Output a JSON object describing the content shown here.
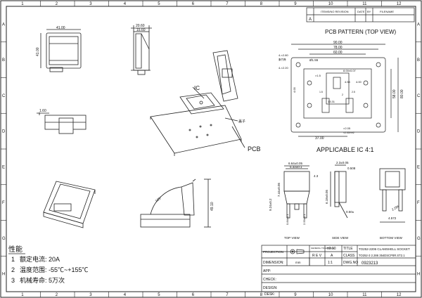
{
  "frame": {
    "cols": [
      "1",
      "2",
      "3",
      "4",
      "5",
      "6",
      "7",
      "8",
      "9",
      "10",
      "11",
      "12"
    ],
    "rows": [
      "A",
      "B",
      "C",
      "D",
      "E",
      "F",
      "G",
      "H"
    ]
  },
  "revision_table": {
    "headers": [
      "",
      "ITEMS/NO REVISION",
      "DATE",
      "BY",
      "FILENAME"
    ],
    "row": [
      "A",
      "",
      "",
      "",
      ""
    ]
  },
  "pcb_pattern": {
    "title": "PCB PATTERN (TOP VIEW)",
    "dims": {
      "w90": "90.00",
      "w78": "78.00",
      "w60": "60.00",
      "h80": "80.00",
      "h58": "58.00",
      "h40": "4.00",
      "d155": "Ø1.55",
      "d20t": "4-×2.80",
      "d220": "4-×2.20",
      "d150": "×1.5",
      "p800": "8.00±0.07",
      "p458": "4.58",
      "p400": "4.00",
      "p205": "×2.05",
      "p1331": "13.31",
      "p3700": "37.00",
      "note1": "象竹筛",
      "h15": "1.5",
      "h25": "2.5",
      "h2": "2",
      "note2": "×2.05/×±2"
    },
    "applicable": "APPLICABLE IC 4:1"
  },
  "top_left_views": {
    "w41": "41.00",
    "h41": "41.00",
    "w20": "20.60",
    "w15": "15.60",
    "w16": "1.60"
  },
  "iso_labels": {
    "ic": "IC",
    "pcb": "PCB",
    "note": "盖子"
  },
  "open_view": {
    "angle": "105°",
    "height": "49.10"
  },
  "ic_views": {
    "d1": "6.64±0.05",
    "d2": "5.32±0.1",
    "d3": "4.3",
    "d4": "7.44±0.05",
    "d5": "9.24±0.2",
    "d6": "2.3±0.05",
    "d7": "0.50±",
    "d8": "6.18±0.05",
    "d9": "0.84±0.1",
    "d10": "2.59±0.1",
    "d11": "0.508",
    "d12": "2.286",
    "d13": "4.572",
    "top": "TOP VIEW",
    "side": "SIDE VIEW",
    "bottom": "BOTTOM VIEW"
  },
  "specs": {
    "title": "性能",
    "items": [
      {
        "num": "1",
        "text": "额定电流: 20A"
      },
      {
        "num": "2",
        "text": "温度范围: -55℃~+155℃"
      },
      {
        "num": "3",
        "text": "机械寿命: 5万次"
      }
    ]
  },
  "title_block": {
    "projection": "PROJECTION",
    "tol": "±0.10",
    "title_label": "TITLE",
    "title_val": "TO252-2206 CLAMSHELL SOCKET",
    "rev": "R E V",
    "rev_a": "A",
    "class_label": "CLASS",
    "class_val": "TO252-3 2.286 354DSCP0R.ST2.1",
    "dimension": "DIMENSION:",
    "unit": "mm",
    "scale": "1:1",
    "dwg_label": "DWG.NO",
    "dwg_val": "0923213",
    "app": "APP:",
    "check": "CHECK:",
    "design": "DESIGN:",
    "desk": "DESK:"
  }
}
